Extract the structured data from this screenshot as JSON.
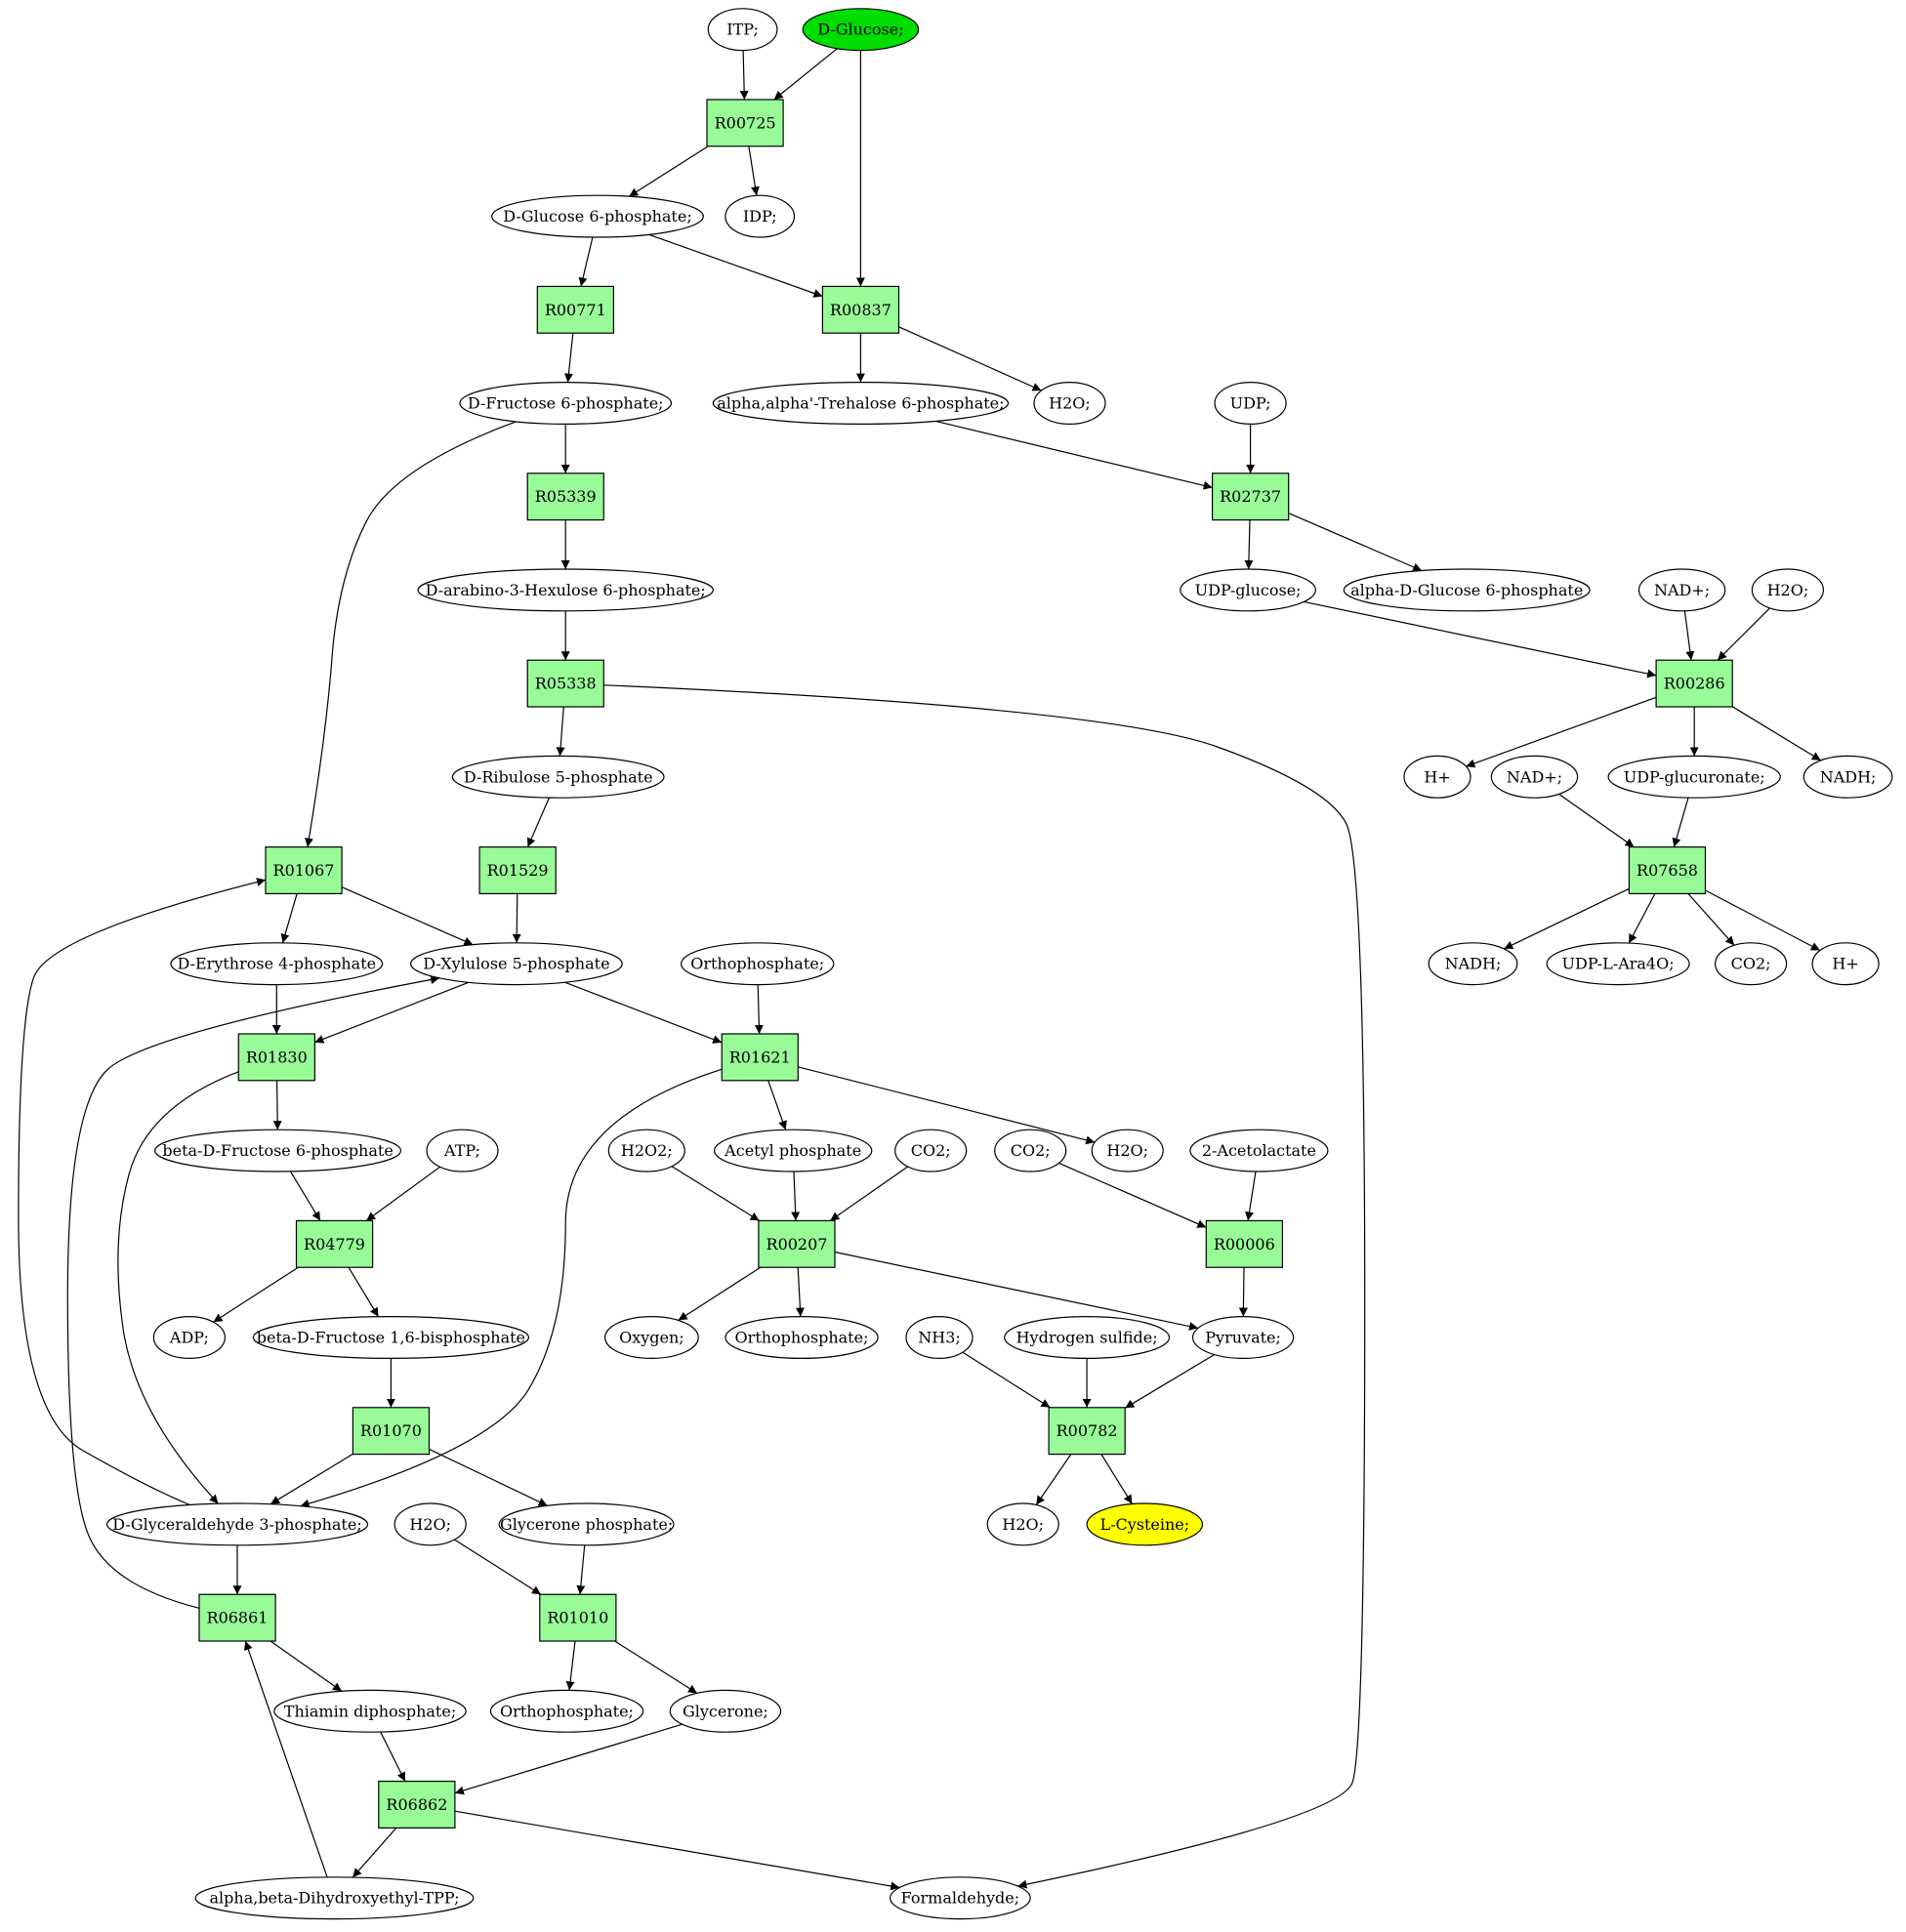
{
  "colors": {
    "metabolite": "#ffffff",
    "reaction": "#98fb98",
    "source": "#00dd00",
    "target": "#ffff00"
  },
  "nodes": [
    {
      "id": "itp",
      "label": "ITP;",
      "kind": "metabolite"
    },
    {
      "id": "dglucose",
      "label": "D-Glucose;",
      "kind": "source"
    },
    {
      "id": "r00725",
      "label": "R00725",
      "kind": "reaction"
    },
    {
      "id": "dg6p",
      "label": "D-Glucose 6-phosphate;",
      "kind": "metabolite"
    },
    {
      "id": "idp",
      "label": "IDP;",
      "kind": "metabolite"
    },
    {
      "id": "r00771",
      "label": "R00771",
      "kind": "reaction"
    },
    {
      "id": "r00837",
      "label": "R00837",
      "kind": "reaction"
    },
    {
      "id": "df6p",
      "label": "D-Fructose 6-phosphate;",
      "kind": "metabolite"
    },
    {
      "id": "trehalose6p",
      "label": "alpha,alpha'-Trehalose 6-phosphate;",
      "kind": "metabolite"
    },
    {
      "id": "h2o_a",
      "label": "H2O;",
      "kind": "metabolite"
    },
    {
      "id": "udp",
      "label": "UDP;",
      "kind": "metabolite"
    },
    {
      "id": "r05339",
      "label": "R05339",
      "kind": "reaction"
    },
    {
      "id": "r02737",
      "label": "R02737",
      "kind": "reaction"
    },
    {
      "id": "arabino",
      "label": "D-arabino-3-Hexulose 6-phosphate;",
      "kind": "metabolite"
    },
    {
      "id": "udpglucose",
      "label": "UDP-glucose;",
      "kind": "metabolite"
    },
    {
      "id": "adg6p",
      "label": "alpha-D-Glucose 6-phosphate",
      "kind": "metabolite"
    },
    {
      "id": "nad_a",
      "label": "NAD+;",
      "kind": "metabolite"
    },
    {
      "id": "h2o_b",
      "label": "H2O;",
      "kind": "metabolite"
    },
    {
      "id": "r05338",
      "label": "R05338",
      "kind": "reaction"
    },
    {
      "id": "r00286",
      "label": "R00286",
      "kind": "reaction"
    },
    {
      "id": "dr5p",
      "label": "D-Ribulose 5-phosphate",
      "kind": "metabolite"
    },
    {
      "id": "hplus_a",
      "label": "H+",
      "kind": "metabolite"
    },
    {
      "id": "nad_b",
      "label": "NAD+;",
      "kind": "metabolite"
    },
    {
      "id": "udpglucuronate",
      "label": "UDP-glucuronate;",
      "kind": "metabolite"
    },
    {
      "id": "nadh_a",
      "label": "NADH;",
      "kind": "metabolite"
    },
    {
      "id": "r01067",
      "label": "R01067",
      "kind": "reaction"
    },
    {
      "id": "r01529",
      "label": "R01529",
      "kind": "reaction"
    },
    {
      "id": "r07658",
      "label": "R07658",
      "kind": "reaction"
    },
    {
      "id": "de4p",
      "label": "D-Erythrose 4-phosphate",
      "kind": "metabolite"
    },
    {
      "id": "dx5p",
      "label": "D-Xylulose 5-phosphate",
      "kind": "metabolite"
    },
    {
      "id": "ortho_a",
      "label": "Orthophosphate;",
      "kind": "metabolite"
    },
    {
      "id": "nadh_b",
      "label": "NADH;",
      "kind": "metabolite"
    },
    {
      "id": "udpara",
      "label": "UDP-L-Ara4O;",
      "kind": "metabolite"
    },
    {
      "id": "co2_a",
      "label": "CO2;",
      "kind": "metabolite"
    },
    {
      "id": "hplus_b",
      "label": "H+",
      "kind": "metabolite"
    },
    {
      "id": "r01830",
      "label": "R01830",
      "kind": "reaction"
    },
    {
      "id": "r01621",
      "label": "R01621",
      "kind": "reaction"
    },
    {
      "id": "bdf6p",
      "label": "beta-D-Fructose 6-phosphate",
      "kind": "metabolite"
    },
    {
      "id": "atp",
      "label": "ATP;",
      "kind": "metabolite"
    },
    {
      "id": "h2o2",
      "label": "H2O2;",
      "kind": "metabolite"
    },
    {
      "id": "acetylp",
      "label": "Acetyl phosphate",
      "kind": "metabolite"
    },
    {
      "id": "co2_b",
      "label": "CO2;",
      "kind": "metabolite"
    },
    {
      "id": "co2_c",
      "label": "CO2;",
      "kind": "metabolite"
    },
    {
      "id": "h2o_c",
      "label": "H2O;",
      "kind": "metabolite"
    },
    {
      "id": "acetolactate",
      "label": "2-Acetolactate",
      "kind": "metabolite"
    },
    {
      "id": "r04779",
      "label": "R04779",
      "kind": "reaction"
    },
    {
      "id": "r00207",
      "label": "R00207",
      "kind": "reaction"
    },
    {
      "id": "r00006",
      "label": "R00006",
      "kind": "reaction"
    },
    {
      "id": "adp",
      "label": "ADP;",
      "kind": "metabolite"
    },
    {
      "id": "bdf16bp",
      "label": "beta-D-Fructose 1,6-bisphosphate",
      "kind": "metabolite"
    },
    {
      "id": "oxygen",
      "label": "Oxygen;",
      "kind": "metabolite"
    },
    {
      "id": "ortho_b",
      "label": "Orthophosphate;",
      "kind": "metabolite"
    },
    {
      "id": "nh3",
      "label": "NH3;",
      "kind": "metabolite"
    },
    {
      "id": "h2s",
      "label": "Hydrogen sulfide;",
      "kind": "metabolite"
    },
    {
      "id": "pyruvate",
      "label": "Pyruvate;",
      "kind": "metabolite"
    },
    {
      "id": "r01070",
      "label": "R01070",
      "kind": "reaction"
    },
    {
      "id": "r00782",
      "label": "R00782",
      "kind": "reaction"
    },
    {
      "id": "dga3p",
      "label": "D-Glyceraldehyde 3-phosphate;",
      "kind": "metabolite"
    },
    {
      "id": "h2o_d",
      "label": "H2O;",
      "kind": "metabolite"
    },
    {
      "id": "glyceronep",
      "label": "Glycerone phosphate;",
      "kind": "metabolite"
    },
    {
      "id": "h2o_e",
      "label": "H2O;",
      "kind": "metabolite"
    },
    {
      "id": "lcys",
      "label": "L-Cysteine;",
      "kind": "target"
    },
    {
      "id": "r06861",
      "label": "R06861",
      "kind": "reaction"
    },
    {
      "id": "r01010",
      "label": "R01010",
      "kind": "reaction"
    },
    {
      "id": "thiamin",
      "label": "Thiamin diphosphate;",
      "kind": "metabolite"
    },
    {
      "id": "ortho_c",
      "label": "Orthophosphate;",
      "kind": "metabolite"
    },
    {
      "id": "glycerone",
      "label": "Glycerone;",
      "kind": "metabolite"
    },
    {
      "id": "r06862",
      "label": "R06862",
      "kind": "reaction"
    },
    {
      "id": "dhetpp",
      "label": "alpha,beta-Dihydroxyethyl-TPP;",
      "kind": "metabolite"
    },
    {
      "id": "formaldehyde",
      "label": "Formaldehyde;",
      "kind": "metabolite"
    }
  ],
  "edges": [
    [
      "itp",
      "r00725"
    ],
    [
      "dglucose",
      "r00725"
    ],
    [
      "dglucose",
      "r00837"
    ],
    [
      "r00725",
      "dg6p"
    ],
    [
      "r00725",
      "idp"
    ],
    [
      "dg6p",
      "r00771"
    ],
    [
      "dg6p",
      "r00837"
    ],
    [
      "r00771",
      "df6p"
    ],
    [
      "r00837",
      "trehalose6p"
    ],
    [
      "r00837",
      "h2o_a"
    ],
    [
      "df6p",
      "r05339"
    ],
    [
      "df6p",
      "r01067"
    ],
    [
      "trehalose6p",
      "r02737"
    ],
    [
      "udp",
      "r02737"
    ],
    [
      "r05339",
      "arabino"
    ],
    [
      "r02737",
      "udpglucose"
    ],
    [
      "r02737",
      "adg6p"
    ],
    [
      "arabino",
      "r05338"
    ],
    [
      "udpglucose",
      "r00286"
    ],
    [
      "nad_a",
      "r00286"
    ],
    [
      "h2o_b",
      "r00286"
    ],
    [
      "r05338",
      "dr5p"
    ],
    [
      "r05338",
      "formaldehyde"
    ],
    [
      "r00286",
      "hplus_a"
    ],
    [
      "r00286",
      "udpglucuronate"
    ],
    [
      "r00286",
      "nadh_a"
    ],
    [
      "dr5p",
      "r01529"
    ],
    [
      "nad_b",
      "r07658"
    ],
    [
      "udpglucuronate",
      "r07658"
    ],
    [
      "r01067",
      "de4p"
    ],
    [
      "r01067",
      "dx5p"
    ],
    [
      "r01529",
      "dx5p"
    ],
    [
      "r07658",
      "nadh_b"
    ],
    [
      "r07658",
      "udpara"
    ],
    [
      "r07658",
      "co2_a"
    ],
    [
      "r07658",
      "hplus_b"
    ],
    [
      "de4p",
      "r01830"
    ],
    [
      "dx5p",
      "r01830"
    ],
    [
      "dx5p",
      "r01621"
    ],
    [
      "ortho_a",
      "r01621"
    ],
    [
      "r01830",
      "bdf6p"
    ],
    [
      "r01830",
      "dga3p"
    ],
    [
      "r01621",
      "acetylp"
    ],
    [
      "r01621",
      "h2o_c"
    ],
    [
      "r01621",
      "dga3p"
    ],
    [
      "bdf6p",
      "r04779"
    ],
    [
      "atp",
      "r04779"
    ],
    [
      "h2o2",
      "r00207"
    ],
    [
      "acetylp",
      "r00207"
    ],
    [
      "co2_b",
      "r00207"
    ],
    [
      "co2_c",
      "r00006"
    ],
    [
      "acetolactate",
      "r00006"
    ],
    [
      "r04779",
      "adp"
    ],
    [
      "r04779",
      "bdf16bp"
    ],
    [
      "r00207",
      "oxygen"
    ],
    [
      "r00207",
      "ortho_b"
    ],
    [
      "r00207",
      "pyruvate"
    ],
    [
      "r00006",
      "pyruvate"
    ],
    [
      "bdf16bp",
      "r01070"
    ],
    [
      "nh3",
      "r00782"
    ],
    [
      "h2s",
      "r00782"
    ],
    [
      "pyruvate",
      "r00782"
    ],
    [
      "r01070",
      "dga3p"
    ],
    [
      "r01070",
      "glyceronep"
    ],
    [
      "r00782",
      "h2o_e"
    ],
    [
      "r00782",
      "lcys"
    ],
    [
      "dga3p",
      "r06861"
    ],
    [
      "dga3p",
      "r01067"
    ],
    [
      "h2o_d",
      "r01010"
    ],
    [
      "glyceronep",
      "r01010"
    ],
    [
      "r06861",
      "thiamin"
    ],
    [
      "r06861",
      "dx5p"
    ],
    [
      "r01010",
      "ortho_c"
    ],
    [
      "r01010",
      "glycerone"
    ],
    [
      "thiamin",
      "r06862"
    ],
    [
      "glycerone",
      "r06862"
    ],
    [
      "r06862",
      "dhetpp"
    ],
    [
      "r06862",
      "formaldehyde"
    ],
    [
      "dhetpp",
      "r06861"
    ]
  ]
}
